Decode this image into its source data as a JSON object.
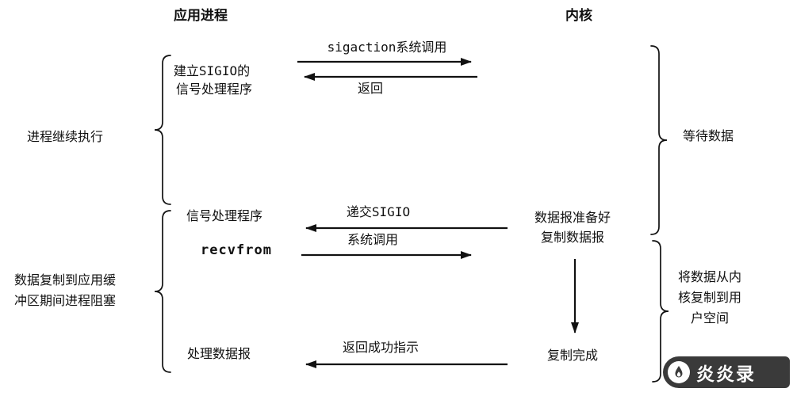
{
  "headers": {
    "app": "应用进程",
    "kernel": "内核"
  },
  "app_process": {
    "establish_line1": "建立SIGIO的",
    "establish_line2": "信号处理程序",
    "signal_handler": "信号处理程序",
    "recvfrom": "recvfrom",
    "process_datagram": "处理数据报"
  },
  "left_annotations": {
    "continue_running": "进程继续执行",
    "blocked_line1": "数据复制到应用缓",
    "blocked_line2": "冲区期间进程阻塞"
  },
  "arrows": {
    "sigaction_call": "sigaction系统调用",
    "return_label": "返回",
    "deliver_sigio": "递交SIGIO",
    "system_call": "系统调用",
    "return_success": "返回成功指示"
  },
  "kernel": {
    "datagram_ready_line1": "数据报准备好",
    "datagram_ready_line2": "复制数据报",
    "copy_complete": "复制完成"
  },
  "right_annotations": {
    "wait_for_data": "等待数据",
    "copy_data_line1": "将数据从内",
    "copy_data_line2": "核复制到用",
    "copy_data_line3": "户空间"
  },
  "watermark": {
    "label": "炎炎录"
  },
  "colors": {
    "ink": "#111111",
    "background": "#ffffff",
    "watermark_bg": "#3a3a3a"
  }
}
